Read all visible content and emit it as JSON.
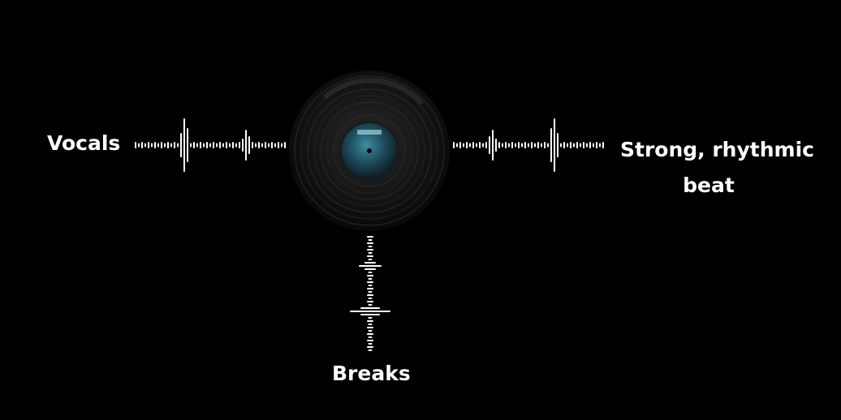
{
  "labels": {
    "left": "Vocals",
    "right_line1": "Strong, rhythmic",
    "right_line2": "beat",
    "bottom": "Breaks"
  },
  "colors": {
    "background": "#000000",
    "foreground": "#ffffff",
    "record": "#111111",
    "record_label": "#1e4a5a"
  },
  "icons": [
    "vinyl-record-icon",
    "waveform-icon"
  ]
}
